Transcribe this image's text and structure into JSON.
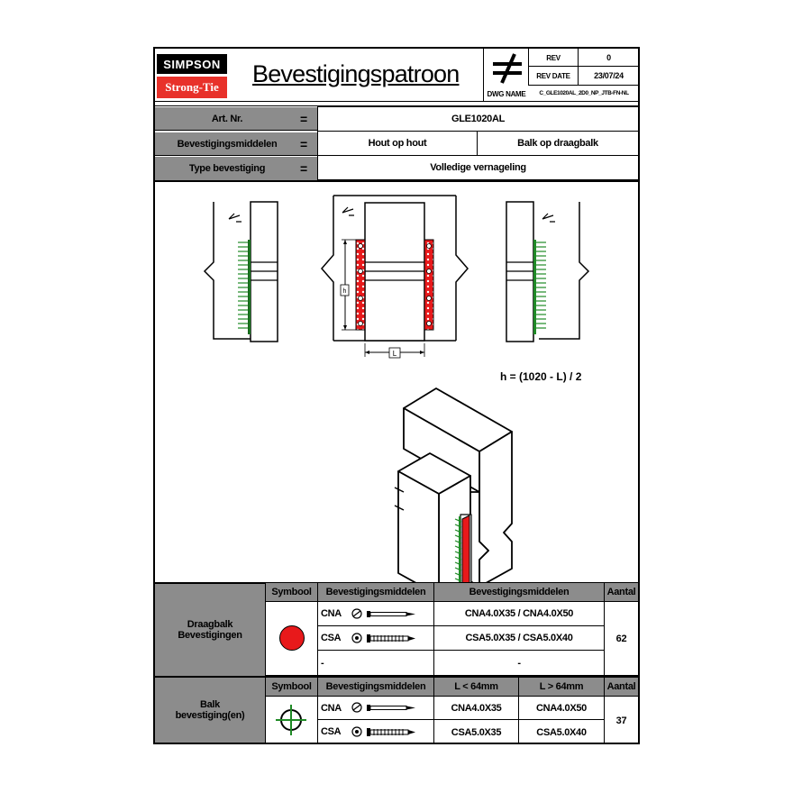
{
  "brand": {
    "line1": "SIMPSON",
    "line2": "Strong-Tie"
  },
  "title": "Bevestigingspatroon",
  "header": {
    "rev_label": "REV",
    "rev_value": "0",
    "rev_date_label": "REV DATE",
    "rev_date_value": "23/07/24",
    "dwg_label": "DWG NAME",
    "dwg_value": "C_GLE1020AL_2D0_NP_JTB-FN-NL"
  },
  "info": {
    "eq": "=",
    "art_label": "Art. Nr.",
    "art_value": "GLE1020AL",
    "means_label": "Bevestigingsmiddelen",
    "means_left": "Hout op hout",
    "means_right": "Balk op draagbalk",
    "type_label": "Type bevestiging",
    "type_value": "Volledige vernageling"
  },
  "drawing": {
    "h_label": "h",
    "l_label": "L",
    "formula": "h = (1020 - L) / 2"
  },
  "colors": {
    "red": "#e8191b",
    "green": "#1f8a26",
    "grey": "#8c8c8c"
  },
  "table1": {
    "section": "Draagbalk Bevestigingen",
    "symbol_header": "Symbool",
    "means_header": "Bevestigingsmiddelen",
    "spec_header": "Bevestigingsmiddelen",
    "count_header": "Aantal",
    "rows": [
      {
        "type": "CNA",
        "spec": "CNA4.0X35 / CNA4.0X50"
      },
      {
        "type": "CSA",
        "spec": "CSA5.0X35 / CSA5.0X40"
      },
      {
        "type": "-",
        "spec": "-"
      }
    ],
    "count": "62"
  },
  "table2": {
    "section": "Balk bevestiging(en)",
    "symbol_header": "Symbool",
    "means_header": "Bevestigingsmiddelen",
    "col_l_small": "L < 64mm",
    "col_l_large": "L > 64mm",
    "count_header": "Aantal",
    "rows": [
      {
        "type": "CNA",
        "small": "CNA4.0X35",
        "large": "CNA4.0X50"
      },
      {
        "type": "CSA",
        "small": "CSA5.0X35",
        "large": "CSA5.0X40"
      }
    ],
    "count": "37"
  }
}
